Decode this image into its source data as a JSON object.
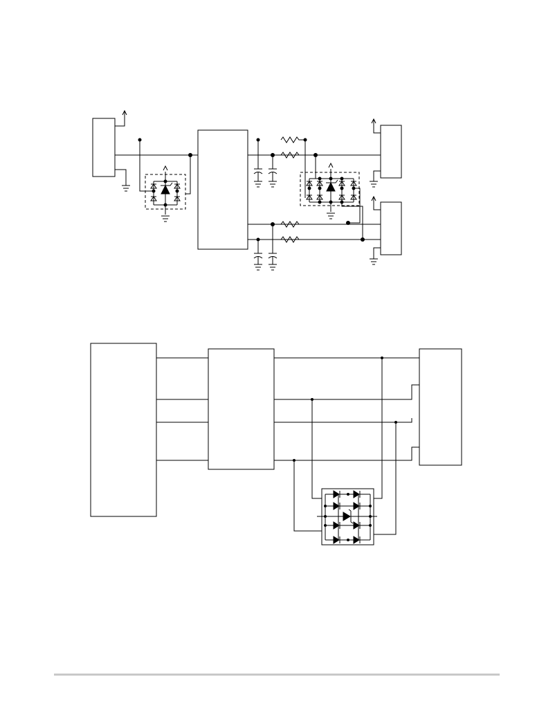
{
  "document": {
    "type": "schematic-page",
    "figures": [
      {
        "id": "figure-top",
        "kind": "protection-circuit-schematic"
      },
      {
        "id": "figure-bottom",
        "kind": "interface-schematic-with-diode-array"
      }
    ]
  },
  "colors": {
    "ink": "#000000",
    "background": "#ffffff",
    "footer_rule": "#c8c8c8"
  }
}
